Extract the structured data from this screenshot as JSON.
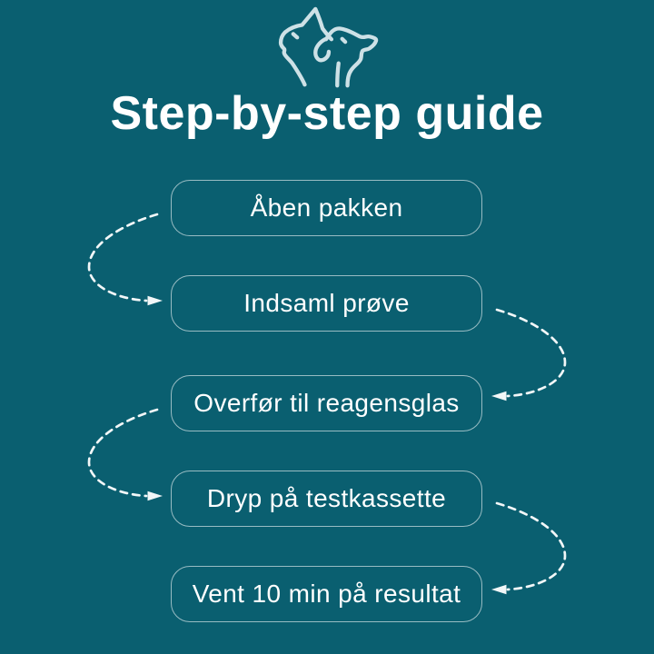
{
  "header": {
    "icon": "cat-and-dog-heads",
    "title": "Step-by-step guide"
  },
  "steps": [
    "Åben pakken",
    "Indsaml prøve",
    "Overfør til reagensglas",
    "Dryp på testkassette",
    "Vent 10 min på resultat"
  ],
  "colors": {
    "background": "#0a5f70",
    "title": "#ffffff",
    "box_border": "rgba(255,255,255,0.58)",
    "box_text": "#ffffff",
    "icon_stroke": "#cde1e6",
    "arrow": "#ffffff"
  }
}
